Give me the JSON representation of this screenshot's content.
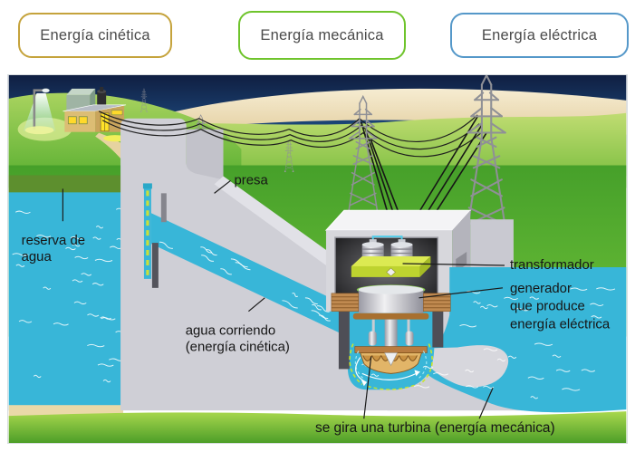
{
  "energy_flow_boxes": [
    {
      "id": "kinetic",
      "label": "Energía cinética",
      "border_color": "#c5a33c"
    },
    {
      "id": "mechanical",
      "label": "Energía mecánica",
      "border_color": "#6fc42c"
    },
    {
      "id": "electrical",
      "label": "Energía eléctrica",
      "border_color": "#5598c9"
    }
  ],
  "illustration": {
    "labels": {
      "presa": "presa",
      "reserva_line1": "reserva de",
      "reserva_line2": "agua",
      "agua_line1": "agua corriendo",
      "agua_line2": "(energía cinética)",
      "transformador": "transformador",
      "generador_line1": "generador",
      "generador_line2": "que produce",
      "generador_line3": "energía eléctrica",
      "turbina": "se gira una turbina (energía mecánica)"
    },
    "colors": {
      "water": "#38b6d8",
      "sky": "#14305a",
      "grass": "#5fae2f",
      "dam_concrete": "#cfcfd6",
      "platform_lime": "#cbdf3e",
      "turbine_gold": "#e2b568",
      "coil_copper": "#c08a50",
      "label_text": "#161616"
    }
  }
}
